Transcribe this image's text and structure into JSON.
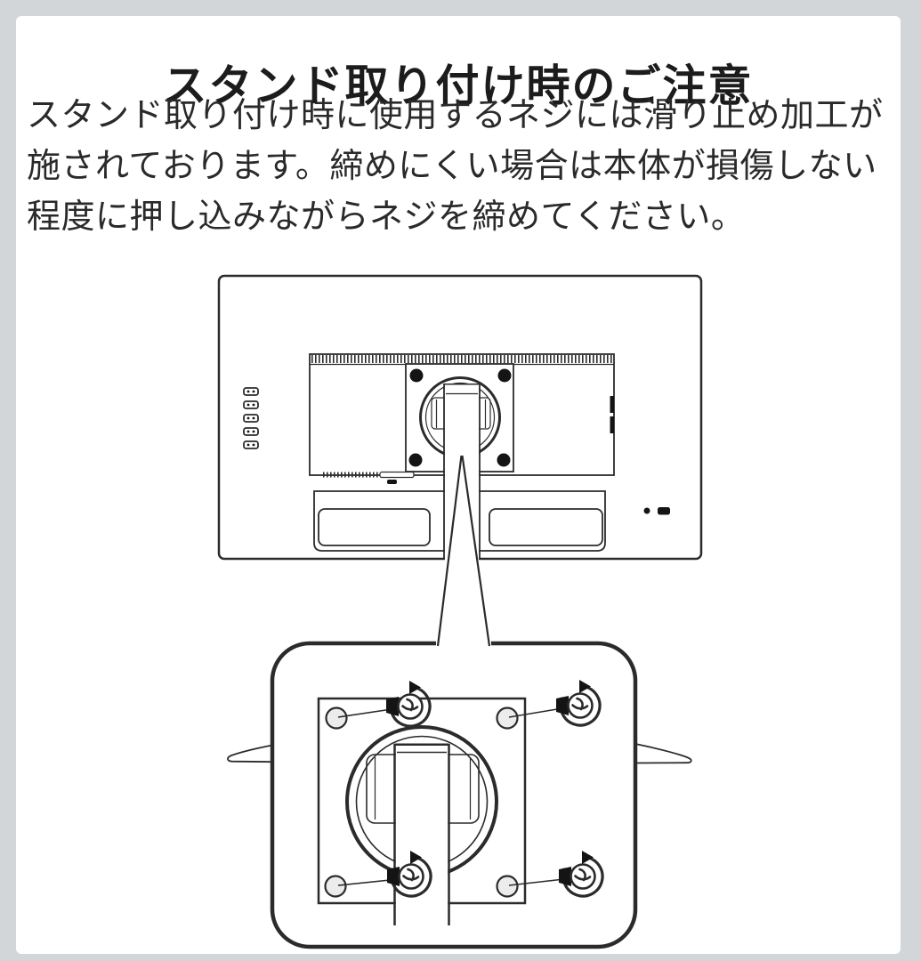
{
  "colors": {
    "frame": "#d3d6d8",
    "background": "#ffffff",
    "line": "#2b2b2b",
    "text": "#1c1c1c",
    "screw_fill": "#141414"
  },
  "notice": {
    "title": "スタンド取り付け時のご注意",
    "body_lines": [
      "スタンド取り付け時に使用するネジには滑り止め加工が",
      "施されております。締めにくい場合は本体が損傷しない",
      "程度に押し込みながらネジを締めてください。"
    ]
  },
  "diagram": {
    "description": "Rear view of a monitor with stand column attached, plus a magnified callout of the VESA mount showing four screws being tightened",
    "monitor": {
      "view": "rear",
      "control_button_count": 5,
      "vesa_screw_count": 4,
      "speaker_vent_count": 2
    },
    "detail_view": {
      "screw_hole_count": 4,
      "rotation_icon_count": 4,
      "rotation_direction": "clockwise"
    },
    "icons": [
      "screw-rotation-clockwise-icon"
    ]
  }
}
